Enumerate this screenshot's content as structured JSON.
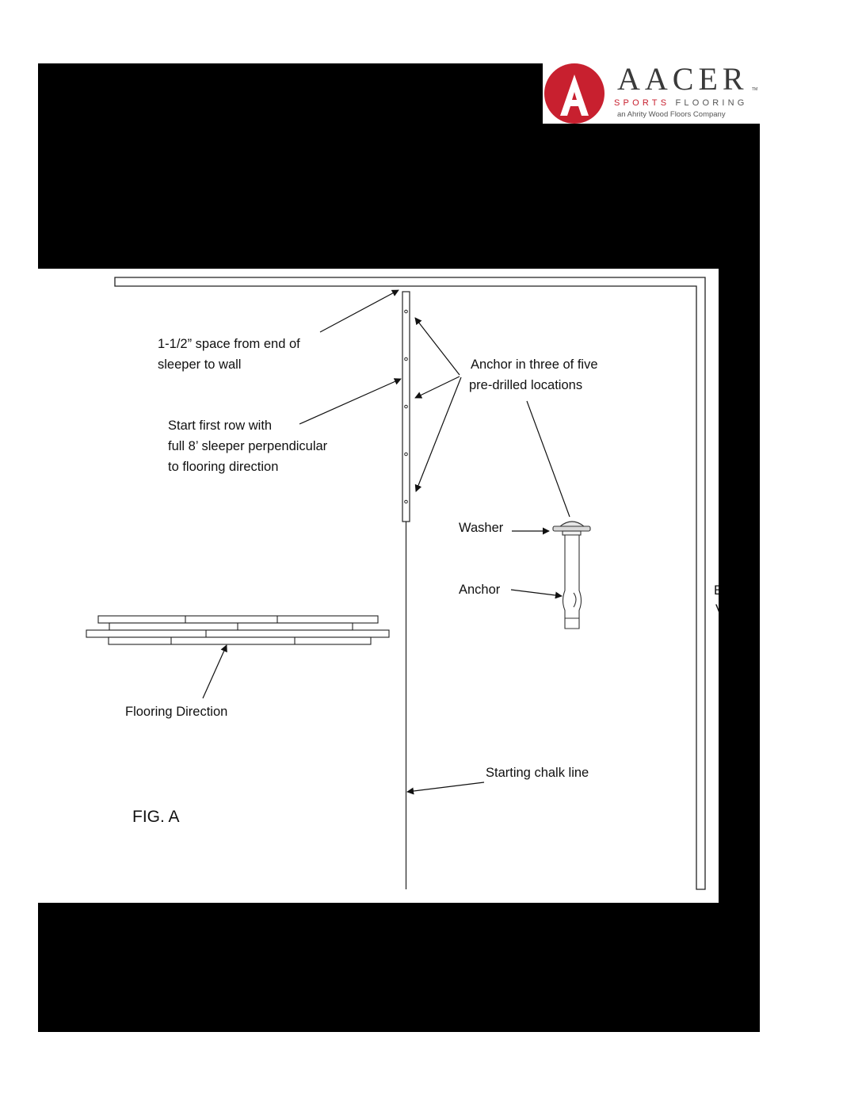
{
  "logo": {
    "brand": "AACER",
    "tm": "TM",
    "subtitle_sports": "SPORTS",
    "subtitle_flooring": "FLOORING",
    "tagline": "an Ahrity Wood Floors Company",
    "brand_red": "#c8202f"
  },
  "labels": {
    "space_line1": "1-1/2” space from end of",
    "space_line2": "sleeper to wall",
    "anchor_line1": "Anchor in three of five",
    "anchor_line2": "pre-drilled locations",
    "start_line1": "Start first row with",
    "start_line2": "full 8’ sleeper perpendicular",
    "start_line3": "to flooring direction",
    "washer": "Washer",
    "anchor": "Anchor",
    "flooring_direction": "Flooring Direction",
    "chalk_line": "Starting chalk line",
    "figure": "FIG. A",
    "clipped_line1": "E",
    "clipped_line2": "V"
  }
}
